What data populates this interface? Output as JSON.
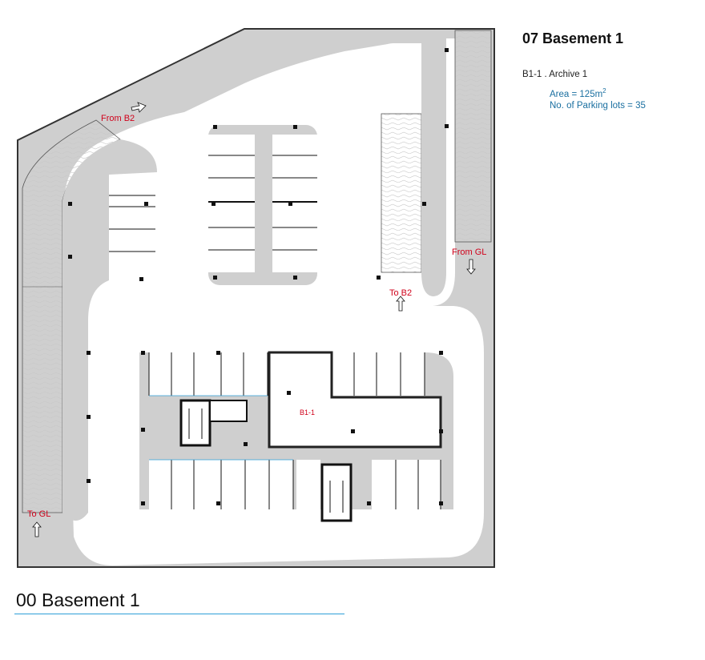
{
  "sidebar": {
    "title": "07 Basement 1",
    "room_heading": "B1-1 . Archive 1",
    "area_label": "Area = 125m",
    "area_unit_sup": "2",
    "parking_label": "No. of Parking lots = 35"
  },
  "plan": {
    "labels": {
      "from_b2": "From B2",
      "from_gl": "From GL",
      "to_b2": "To B2",
      "to_gl": "To GL",
      "room": "B1-1"
    },
    "colors": {
      "wall": "#333333",
      "slab": "#cfcfcf",
      "floor": "#ffffff",
      "label": "#d0021b",
      "info": "#1a6fa0",
      "rule": "#2d9fd8"
    }
  },
  "footer": {
    "title": "00 Basement 1"
  }
}
